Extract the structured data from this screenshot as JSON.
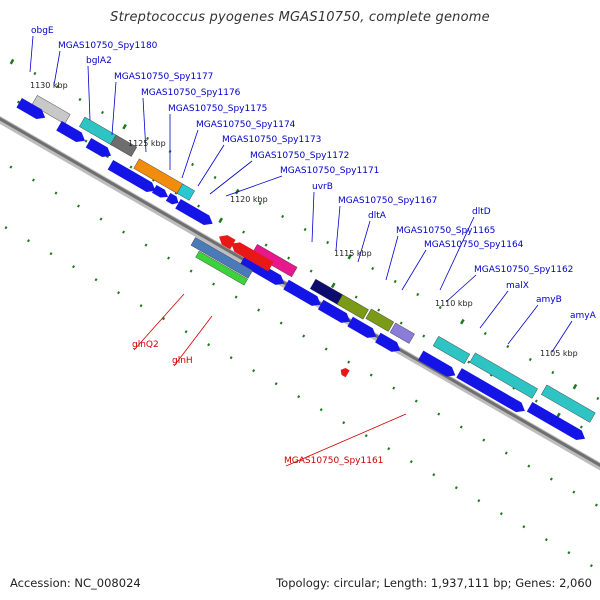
{
  "title": "Streptococcus pyogenes MGAS10750, complete genome",
  "footer": {
    "accession": "Accession: NC_008024",
    "topology": "Topology: circular; Length: 1,937,111 bp; Genes: 2,060"
  },
  "colors": {
    "backbone": "#7f7f7f",
    "forward_label": "#0000cc",
    "reverse_label": "#cc0000",
    "cds_arrow": "#1414e6",
    "tick": "#1f7a1f"
  },
  "ticks": [
    {
      "label": "1130 kbp"
    },
    {
      "label": "1125 kbp"
    },
    {
      "label": "1120 kbp"
    },
    {
      "label": "1115 kbp"
    },
    {
      "label": "1110 kbp"
    },
    {
      "label": "1105 kbp"
    }
  ],
  "gene_labels": [
    {
      "label": "obgE",
      "strand": "forward"
    },
    {
      "label": "MGAS10750_Spy1180",
      "strand": "forward"
    },
    {
      "label": "bglA2",
      "strand": "forward"
    },
    {
      "label": "MGAS10750_Spy1177",
      "strand": "forward"
    },
    {
      "label": "MGAS10750_Spy1176",
      "strand": "forward"
    },
    {
      "label": "MGAS10750_Spy1175",
      "strand": "forward"
    },
    {
      "label": "MGAS10750_Spy1174",
      "strand": "forward"
    },
    {
      "label": "MGAS10750_Spy1173",
      "strand": "forward"
    },
    {
      "label": "MGAS10750_Spy1172",
      "strand": "forward"
    },
    {
      "label": "MGAS10750_Spy1171",
      "strand": "forward"
    },
    {
      "label": "uvrB",
      "strand": "forward"
    },
    {
      "label": "MGAS10750_Spy1167",
      "strand": "forward"
    },
    {
      "label": "dltA",
      "strand": "forward"
    },
    {
      "label": "dltD",
      "strand": "forward"
    },
    {
      "label": "MGAS10750_Spy1165",
      "strand": "forward"
    },
    {
      "label": "MGAS10750_Spy1164",
      "strand": "forward"
    },
    {
      "label": "MGAS10750_Spy1162",
      "strand": "forward"
    },
    {
      "label": "malX",
      "strand": "forward"
    },
    {
      "label": "amyB",
      "strand": "forward"
    },
    {
      "label": "amyA",
      "strand": "forward"
    },
    {
      "label": "glnQ2",
      "strand": "reverse"
    },
    {
      "label": "glnH",
      "strand": "reverse"
    },
    {
      "label": "MGAS10750_Spy1161",
      "strand": "reverse"
    }
  ]
}
